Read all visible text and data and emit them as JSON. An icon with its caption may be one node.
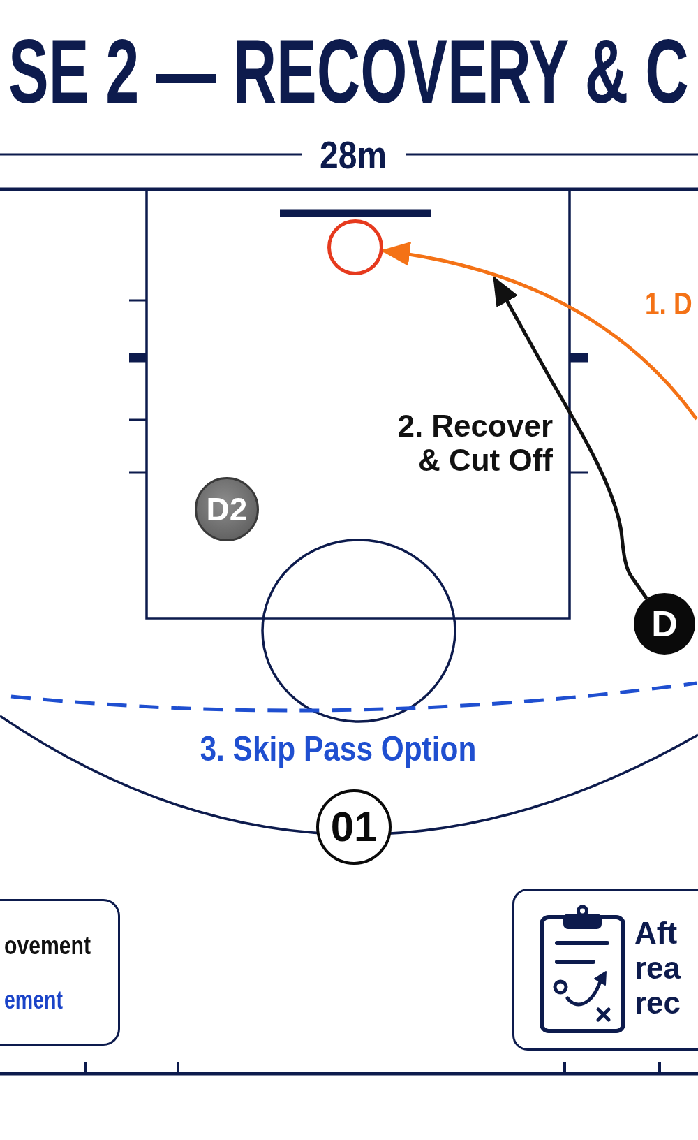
{
  "diagram": {
    "title": "SE 2 — RECOVERY & C",
    "nodes": [
      {
        "text": [],
        "shape": "circle"
      },
      {
        "text": [
          "D2"
        ]
      },
      {
        "text": [
          "D"
        ]
      },
      {
        "text": [
          "01"
        ]
      },
      {
        "text": [
          "Aft rea rec"
        ]
      }
    ],
    "edges": [
      {
        "from": null,
        "to": 0,
        "arrow": "to",
        "label": "1. D",
        "color": "#f47216"
      },
      {
        "from": 2,
        "to": null,
        "arrow": "to",
        "label": "2. Recover & Cut Off",
        "color": "#111111"
      }
    ],
    "labels": [
      "28m",
      "3. Skip Pass Option"
    ],
    "legend": [
      {
        "text": "ovement"
      },
      {
        "text": "ement"
      }
    ]
  }
}
